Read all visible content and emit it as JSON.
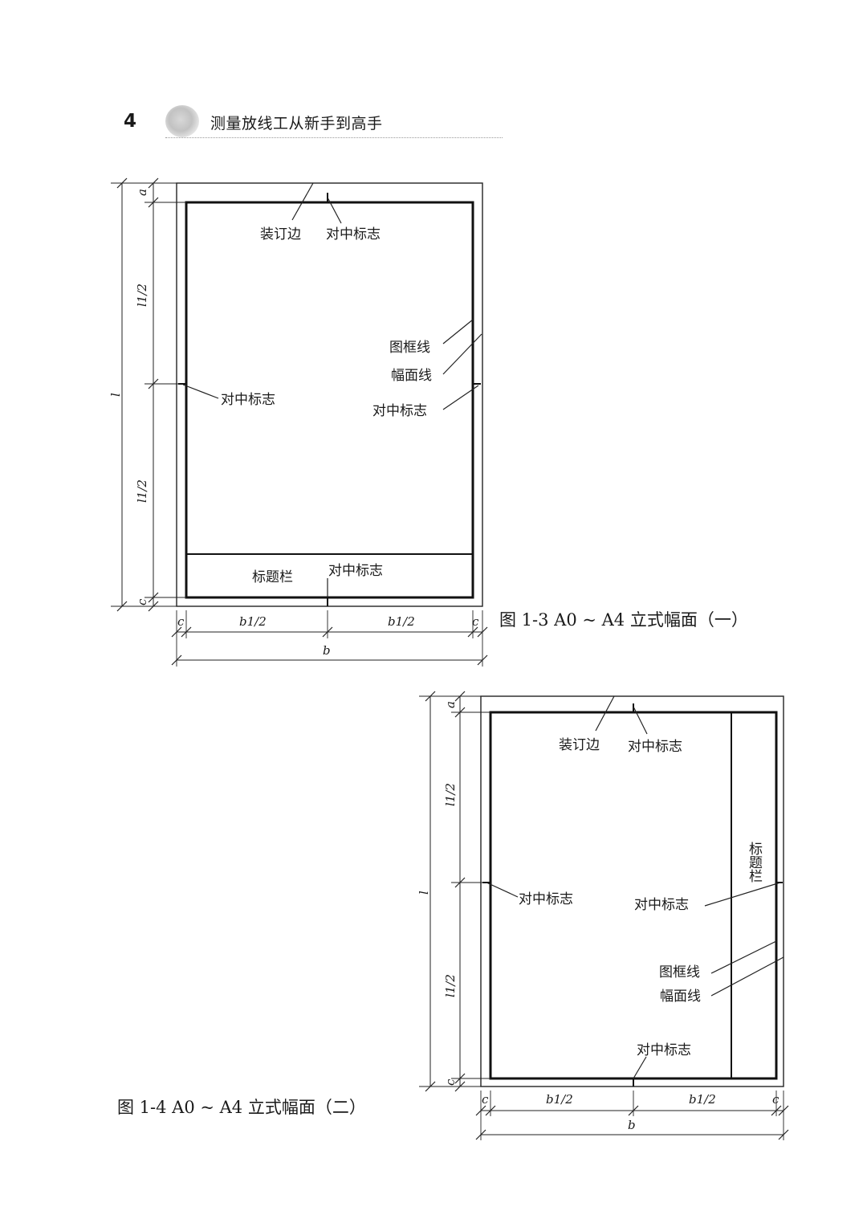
{
  "header": {
    "page_number": "4",
    "book_title": "测量放线工从新手到高手"
  },
  "figure_1_3": {
    "caption": "图 1-3   A0 ~ A4 立式幅面（一）",
    "labels": {
      "binding_edge": "装订边",
      "center_mark_top": "对中标志",
      "frame_line": "图框线",
      "sheet_line": "幅面线",
      "center_mark_left": "对中标志",
      "center_mark_right": "对中标志",
      "title_block": "标题栏",
      "center_mark_bottom": "对中标志"
    },
    "dimensions": {
      "a": "a",
      "l_half_top": "l1/2",
      "l": "l",
      "l_half_bottom": "l1/2",
      "c_vertical": "c",
      "c_left": "c",
      "b_half_left": "b1/2",
      "b_half_right": "b1/2",
      "c_right": "c",
      "b": "b"
    }
  },
  "figure_1_4": {
    "caption": "图 1-4   A0 ~ A4 立式幅面（二）",
    "labels": {
      "binding_edge": "装订边",
      "center_mark_top": "对中标志",
      "title_block": "标题栏",
      "center_mark_left": "对中标志",
      "center_mark_right": "对中标志",
      "frame_line": "图框线",
      "sheet_line": "幅面线",
      "center_mark_bottom": "对中标志"
    },
    "dimensions": {
      "a": "a",
      "l_half_top": "l1/2",
      "l": "l",
      "l_half_bottom": "l1/2",
      "c_vertical": "c",
      "c_left": "c",
      "b_half_left": "b1/2",
      "b_half_right": "b1/2",
      "c_right": "c",
      "b": "b"
    }
  }
}
